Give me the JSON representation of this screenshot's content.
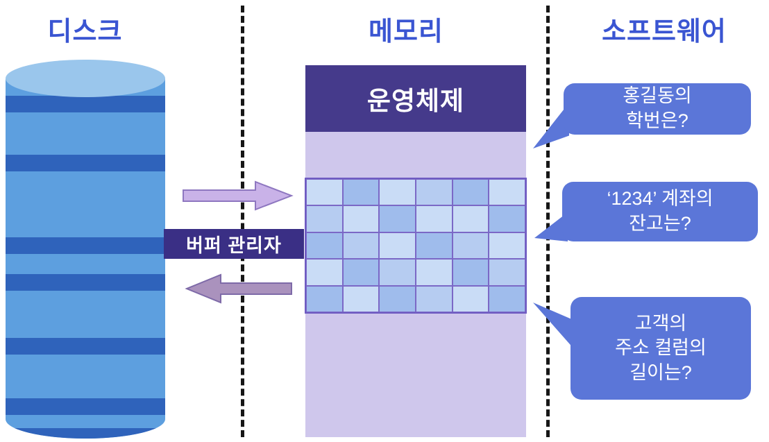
{
  "titles": {
    "disk": "디스크",
    "memory": "메모리",
    "software": "소프트웨어"
  },
  "memory": {
    "os_label": "운영체제",
    "buffer_grid": {
      "rows": 5,
      "cols": 6,
      "cells": [
        [
          "#c9dcf6",
          "#9fbcec",
          "#c9dcf6",
          "#b6ccf1",
          "#9fbcec",
          "#c9dcf6"
        ],
        [
          "#b6ccf1",
          "#c9dcf6",
          "#9fbcec",
          "#c9dcf6",
          "#c9dcf6",
          "#9fbcec"
        ],
        [
          "#9fbcec",
          "#b6ccf1",
          "#c9dcf6",
          "#9fbcec",
          "#b6ccf1",
          "#c9dcf6"
        ],
        [
          "#c9dcf6",
          "#9fbcec",
          "#b6ccf1",
          "#c9dcf6",
          "#9fbcec",
          "#b6ccf1"
        ],
        [
          "#9fbcec",
          "#c9dcf6",
          "#9fbcec",
          "#b6ccf1",
          "#c9dcf6",
          "#9fbcec"
        ]
      ]
    }
  },
  "buffer_manager": {
    "label": "버퍼 관리자"
  },
  "queries": [
    {
      "lines": [
        "홍길동의",
        "학번은?"
      ]
    },
    {
      "lines": [
        "‘1234’ 계좌의",
        "잔고는?"
      ]
    },
    {
      "lines": [
        "고객의",
        "주소 컬럼의",
        "길이는?"
      ]
    }
  ],
  "icons": {
    "disk_cylinder": "database-cylinder",
    "disk_to_memory_arrow": "arrow-right",
    "memory_to_disk_arrow": "arrow-left"
  },
  "colors": {
    "title_text": "#3a55d2",
    "cylinder_body": "#5d9fdf",
    "cylinder_stripe": "#2f63bb",
    "cylinder_top": "#9ac6ec",
    "memory_bg": "#cfc7ec",
    "os_header_bg": "#453a8b",
    "buffer_manager_bg": "#3a2f85",
    "bubble_bg": "#5b76d8",
    "arrow_right_fill": "#c9b2e8",
    "arrow_left_fill": "#aa92bd",
    "grid_border": "#7b68c6",
    "dashed_line": "#161616"
  }
}
